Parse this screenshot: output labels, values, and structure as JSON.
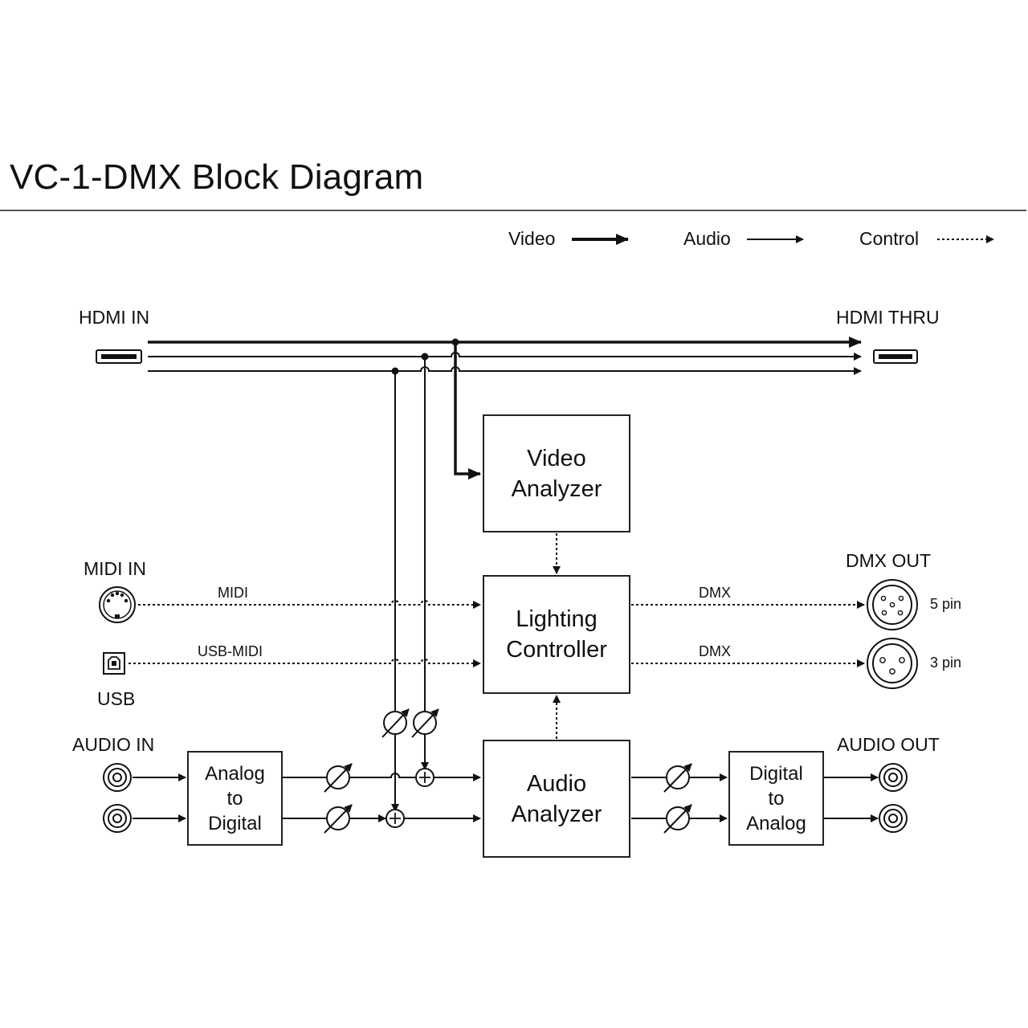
{
  "title": "VC-1-DMX Block Diagram",
  "legend": {
    "video": "Video",
    "audio": "Audio",
    "control": "Control"
  },
  "ports": {
    "hdmi_in": "HDMI IN",
    "hdmi_thru": "HDMI THRU",
    "midi_in": "MIDI IN",
    "usb": "USB",
    "audio_in": "AUDIO IN",
    "dmx_out": "DMX OUT",
    "audio_out": "AUDIO OUT",
    "pin5": "5 pin",
    "pin3": "3 pin"
  },
  "signals": {
    "midi": "MIDI",
    "usb_midi": "USB-MIDI",
    "dmx_1": "DMX",
    "dmx_2": "DMX"
  },
  "blocks": {
    "video_analyzer": [
      "Video",
      "Analyzer"
    ],
    "lighting_controller": [
      "Lighting",
      "Controller"
    ],
    "audio_analyzer": [
      "Audio",
      "Analyzer"
    ],
    "adc": [
      "Analog",
      "to",
      "Digital"
    ],
    "dac": [
      "Digital",
      "to",
      "Analog"
    ]
  }
}
